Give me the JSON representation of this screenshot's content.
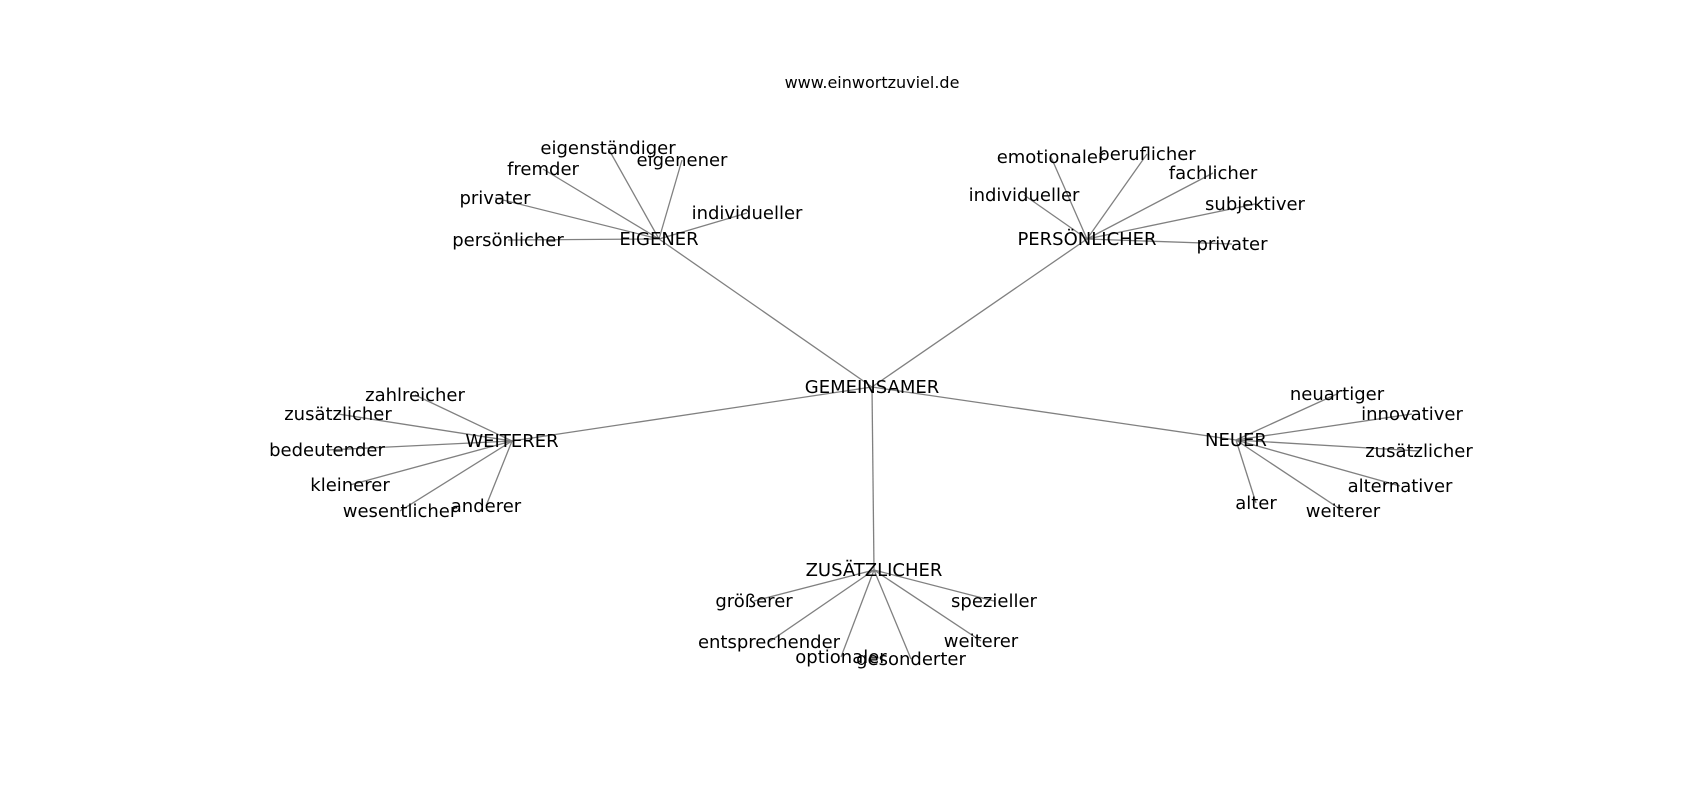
{
  "source": "www.einwortzuviel.de",
  "root": {
    "label": "GEMEINSAMER"
  },
  "branches": [
    {
      "label": "EIGENER",
      "leaves": [
        "eigenständiger",
        "eigenener",
        "fremder",
        "privater",
        "individueller",
        "persönlicher"
      ]
    },
    {
      "label": "PERSÖNLICHER",
      "leaves": [
        "emotionaler",
        "beruflicher",
        "fachlicher",
        "individueller",
        "subjektiver",
        "privater"
      ]
    },
    {
      "label": "WEITERER",
      "leaves": [
        "zahlreicher",
        "zusätzlicher",
        "bedeutender",
        "kleinerer",
        "wesentlicher",
        "anderer"
      ]
    },
    {
      "label": "NEUER",
      "leaves": [
        "neuartiger",
        "innovativer",
        "zusätzlicher",
        "alternativer",
        "alter",
        "weiterer"
      ]
    },
    {
      "label": "ZUSÄTZLICHER",
      "leaves": [
        "größerer",
        "spezieller",
        "entsprechender",
        "weiterer",
        "optionaler",
        "gesonderter"
      ]
    }
  ]
}
